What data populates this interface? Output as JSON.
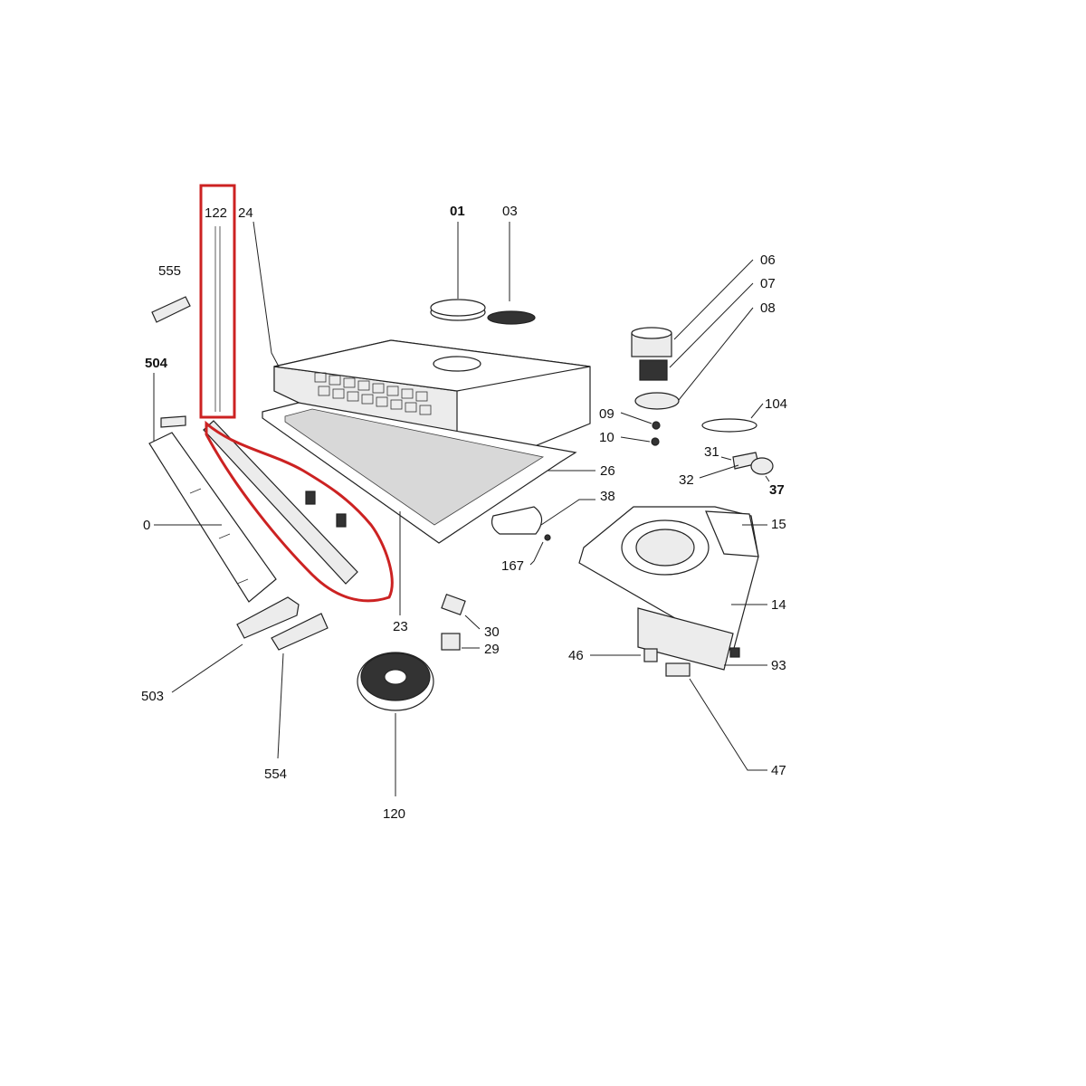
{
  "diagram": {
    "highlight_color": "#cc2222",
    "line_color": "#222222",
    "callouts": {
      "c122": "122",
      "c24": "24",
      "c01": "01",
      "c03": "03",
      "c555": "555",
      "c504": "504",
      "c0": "0",
      "c503": "503",
      "c554": "554",
      "c120": "120",
      "c23": "23",
      "c26": "26",
      "c38": "38",
      "c167": "167",
      "c30": "30",
      "c29": "29",
      "c06": "06",
      "c07": "07",
      "c08": "08",
      "c09": "09",
      "c10": "10",
      "c104": "104",
      "c31": "31",
      "c32": "32",
      "c37": "37",
      "c15": "15",
      "c14": "14",
      "c46": "46",
      "c93": "93",
      "c47": "47"
    }
  }
}
